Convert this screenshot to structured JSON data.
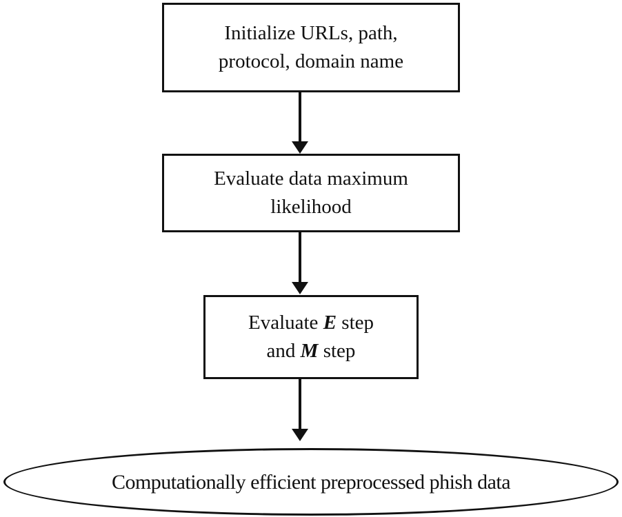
{
  "diagram": {
    "type": "flowchart",
    "direction": "top-down",
    "nodes": {
      "initialize": {
        "shape": "rectangle",
        "line1": "Initialize URLs, path,",
        "line2": "protocol, domain name"
      },
      "likelihood": {
        "shape": "rectangle",
        "line1": "Evaluate data maximum",
        "line2": "likelihood"
      },
      "em_step": {
        "shape": "rectangle",
        "line1_pre": "Evaluate ",
        "line1_var": "E",
        "line1_post": " step",
        "line2_pre": "and ",
        "line2_var": "M",
        "line2_post": " step"
      },
      "output": {
        "shape": "ellipse",
        "label": "Computationally efficient preprocessed phish data"
      }
    },
    "edges": [
      {
        "from": "initialize",
        "to": "likelihood",
        "style": "arrow-down"
      },
      {
        "from": "likelihood",
        "to": "em_step",
        "style": "arrow-down"
      },
      {
        "from": "em_step",
        "to": "output",
        "style": "arrow-down"
      }
    ]
  },
  "colors": {
    "stroke": "#111111",
    "bg": "#ffffff",
    "text": "#111111"
  }
}
